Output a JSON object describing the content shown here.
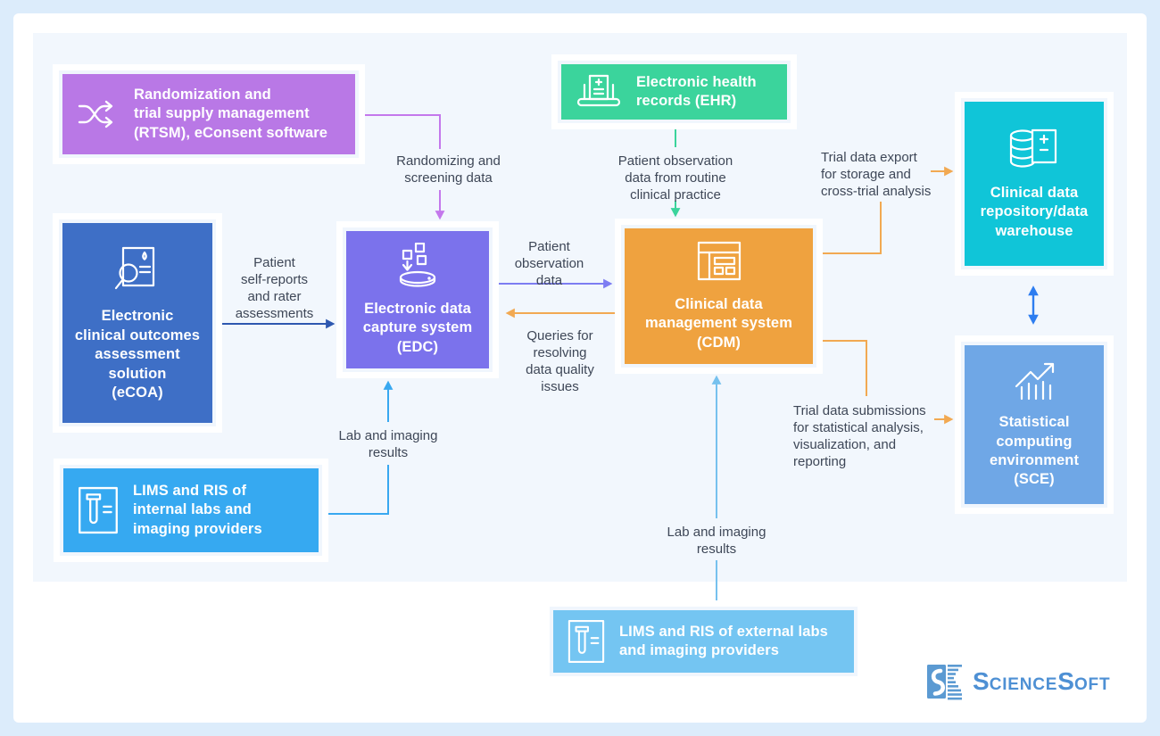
{
  "colors": {
    "page_bg": "#dcecfb",
    "panel_bg": "#f2f7fd",
    "label_text": "#3e4757",
    "brand_blue": "#4e90d4"
  },
  "nodes": {
    "rtsm": {
      "label": "Randomization and\ntrial supply management\n(RTSM), eConsent software",
      "color": "#b978e6"
    },
    "ehr": {
      "label": "Electronic health\nrecords (EHR)",
      "color": "#3bd49c"
    },
    "ecoa": {
      "label": "Electronic\nclinical outcomes\nassessment\nsolution\n(eCOA)",
      "color": "#3e6fc6"
    },
    "edc": {
      "label": "Electronic data\ncapture system\n(EDC)",
      "color": "#7b72ec"
    },
    "cdm": {
      "label": "Clinical data\nmanagement system\n(CDM)",
      "color": "#efa23f"
    },
    "repository": {
      "label": "Clinical data\nrepository/data\nwarehouse",
      "color": "#10c5d8"
    },
    "sce": {
      "label": "Statistical\ncomputing\nenvironment\n(SCE)",
      "color": "#6fa7e6"
    },
    "lims_internal": {
      "label": "LIMS and RIS of\ninternal labs and\nimaging providers",
      "color": "#36a9f1"
    },
    "lims_external": {
      "label": "LIMS and RIS of external labs\nand imaging providers",
      "color": "#74c5f2"
    }
  },
  "edges": {
    "rtsm_to_edc": {
      "label": "Randomizing and\nscreening data",
      "color": "#c478ec"
    },
    "ehr_to_cdm": {
      "label": "Patient observation\ndata from routine\nclinical practice",
      "color": "#3bd49c"
    },
    "ecoa_to_edc": {
      "label": "Patient\nself-reports\nand rater\nassessments",
      "color": "#2e58b0"
    },
    "edc_to_cdm": {
      "label": "Patient\nobservation\ndata",
      "color": "#7d7df2"
    },
    "cdm_to_edc": {
      "label": "Queries for\nresolving\ndata quality\nissues",
      "color": "#f2a952"
    },
    "cdm_to_repository": {
      "label": "Trial data export\nfor storage and\ncross-trial analysis",
      "color": "#f2a952"
    },
    "cdm_to_sce": {
      "label": "Trial data submissions\nfor statistical analysis,\nvisualization, and\nreporting",
      "color": "#f2a952"
    },
    "lims_internal_to_edc": {
      "label": "Lab and imaging\nresults",
      "color": "#38a8f0"
    },
    "lims_external_to_cdm": {
      "label": "Lab and imaging\nresults",
      "color": "#76c1ee"
    },
    "repository_sce": {
      "label": "",
      "color": "#2d7df0"
    }
  },
  "brand": {
    "s1": "S",
    "part1": "CIENCE",
    "s2": "S",
    "part2": "OFT"
  }
}
